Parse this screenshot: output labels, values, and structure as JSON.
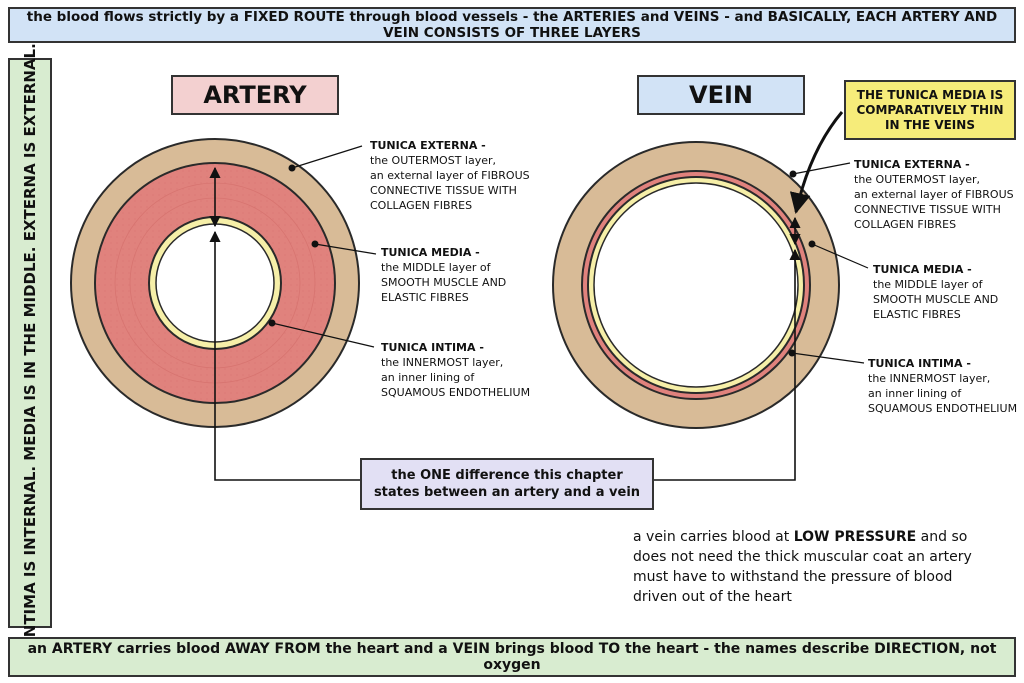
{
  "top_banner": "the blood flows strictly by a FIXED ROUTE through blood vessels - the ARTERIES and VEINS - and BASICALLY, EACH ARTERY AND VEIN CONSISTS OF THREE LAYERS",
  "side_banner": "INTIMA IS INTERNAL. MEDIA IS IN THE MIDDLE. EXTERNA IS EXTERNAL.",
  "bottom_banner": "an ARTERY carries blood AWAY FROM the heart and a VEIN brings blood TO the heart - the names describe DIRECTION, not oxygen",
  "artery": {
    "title": "ARTERY",
    "labels": {
      "externa": {
        "title": "TUNICA EXTERNA -",
        "lines": [
          "the OUTERMOST layer,",
          "an external layer of FIBROUS",
          "CONNECTIVE TISSUE WITH",
          "COLLAGEN FIBRES"
        ]
      },
      "media": {
        "title": "TUNICA MEDIA -",
        "lines": [
          "the MIDDLE layer of",
          "SMOOTH MUSCLE AND",
          "ELASTIC FIBRES"
        ]
      },
      "intima": {
        "title": "TUNICA INTIMA -",
        "lines": [
          "the INNERMOST layer,",
          "an inner lining of",
          "SQUAMOUS ENDOTHELIUM"
        ]
      }
    }
  },
  "vein": {
    "title": "VEIN",
    "labels": {
      "externa": {
        "title": "TUNICA EXTERNA -",
        "lines": [
          "the OUTERMOST layer,",
          "an external layer of FIBROUS",
          "CONNECTIVE TISSUE WITH",
          "COLLAGEN FIBRES"
        ]
      },
      "media": {
        "title": "TUNICA MEDIA -",
        "lines": [
          "the MIDDLE layer of",
          "SMOOTH MUSCLE AND",
          "ELASTIC FIBRES"
        ]
      },
      "intima": {
        "title": "TUNICA INTIMA -",
        "lines": [
          "the INNERMOST layer,",
          "an inner lining of",
          "SQUAMOUS ENDOTHELIUM"
        ]
      }
    }
  },
  "callout_thin": "THE TUNICA MEDIA IS COMPARATIVELY THIN IN THE VEINS",
  "difference_box": "the ONE difference this chapter states between an artery and a vein",
  "pressure_note": {
    "p1": "a vein carries blood at ",
    "p2": "LOW PRESSURE",
    "p3": " and so does not need the thick muscular coat an artery must have to withstand the pressure of blood driven out of the heart"
  },
  "colors": {
    "externa": "#d8bb97",
    "media": "#e0827d",
    "intima": "#f6efa8",
    "lumen": "#ffffff",
    "outline": "#2a2a2a"
  }
}
